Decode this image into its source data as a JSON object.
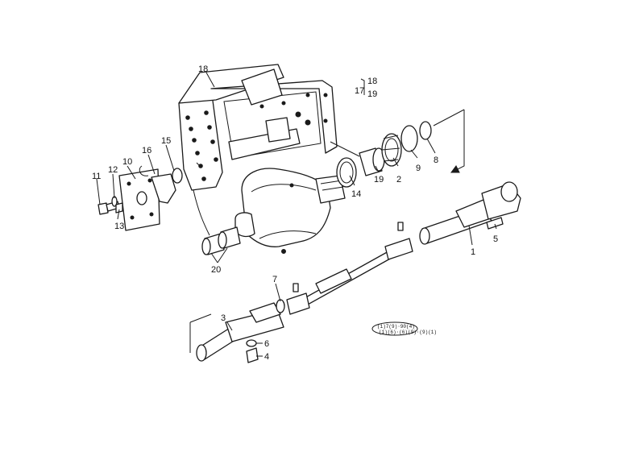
{
  "callouts": {
    "c1": "1",
    "c2": "2",
    "c3": "3",
    "c4": "4",
    "c5": "5",
    "c6": "6",
    "c7": "7",
    "c8": "8",
    "c9": "9",
    "c10": "10",
    "c11": "11",
    "c12": "12",
    "c13": "13",
    "c14": "14",
    "c15": "15",
    "c16": "16",
    "c17": "17",
    "c18a": "18",
    "c18b": "18",
    "c19a": "19",
    "c19b": "19",
    "c20": "20"
  },
  "stamp": {
    "line1": "(1)7(9)·90(4)",
    "line2": "(1)(6)·(6)(9)·(9)(1)"
  },
  "colors": {
    "ink": "#1a1a1a",
    "paper": "#ffffff"
  }
}
